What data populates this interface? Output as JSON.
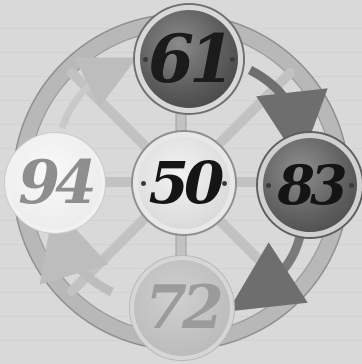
{
  "numbers": {
    "top": "61",
    "right": "83",
    "center": "50",
    "left": "94",
    "bottom": "72"
  },
  "colors": {
    "background": "#d9d9d9",
    "wheel": "#c4c4c4",
    "dark_medallion": "#5a5a5a",
    "light_medallion": "#ececec"
  }
}
